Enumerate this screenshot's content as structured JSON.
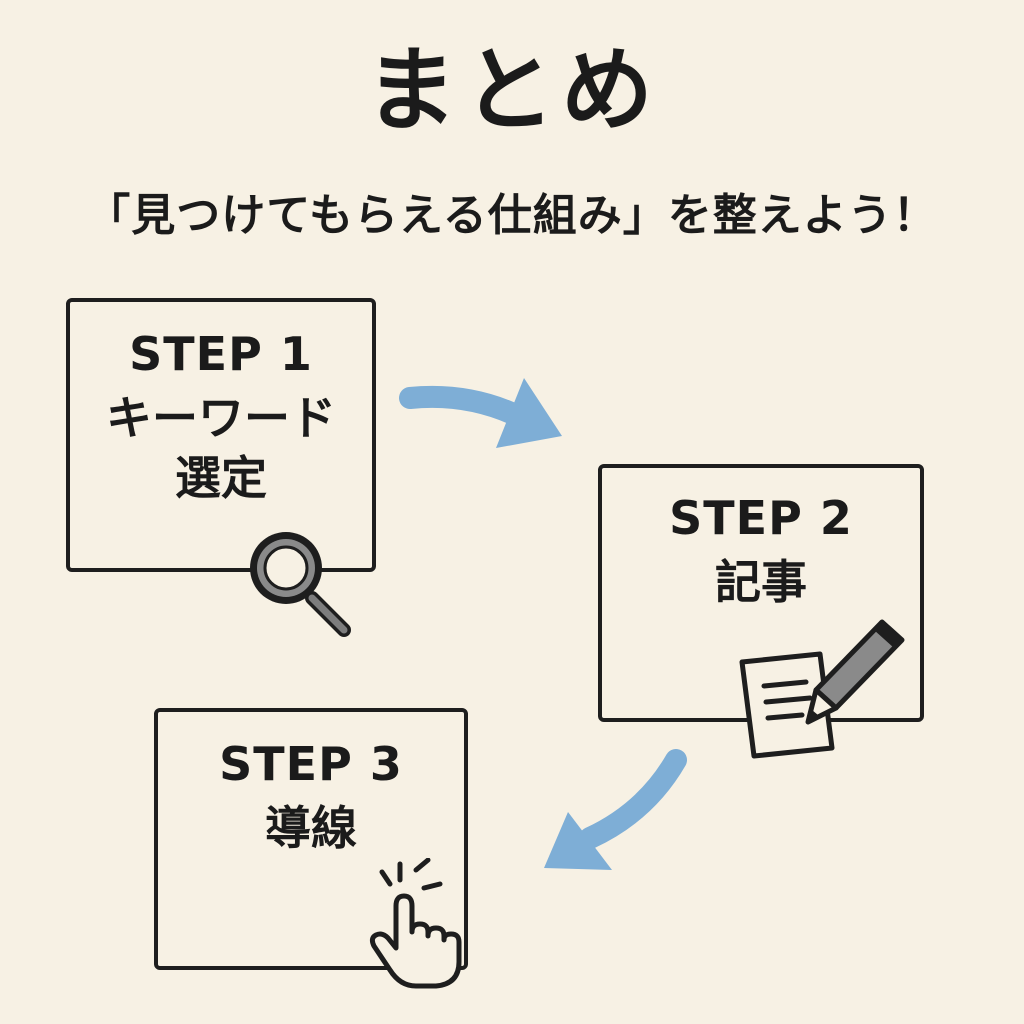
{
  "title": "まとめ",
  "subtitle": "「見つけてもらえる仕組み」を整えよう！",
  "steps": [
    {
      "label": "STEP 1",
      "text": "キーワード選定",
      "icon": "magnifier-icon"
    },
    {
      "label": "STEP 2",
      "text": "記事",
      "icon": "memo-pencil-icon"
    },
    {
      "label": "STEP 3",
      "text": "導線",
      "icon": "pointer-hand-icon"
    }
  ],
  "colors": {
    "background": "#f7f1e4",
    "arrow": "#7eaed6",
    "ink": "#1e1e1e",
    "icon_gray": "#8a8a8a"
  }
}
